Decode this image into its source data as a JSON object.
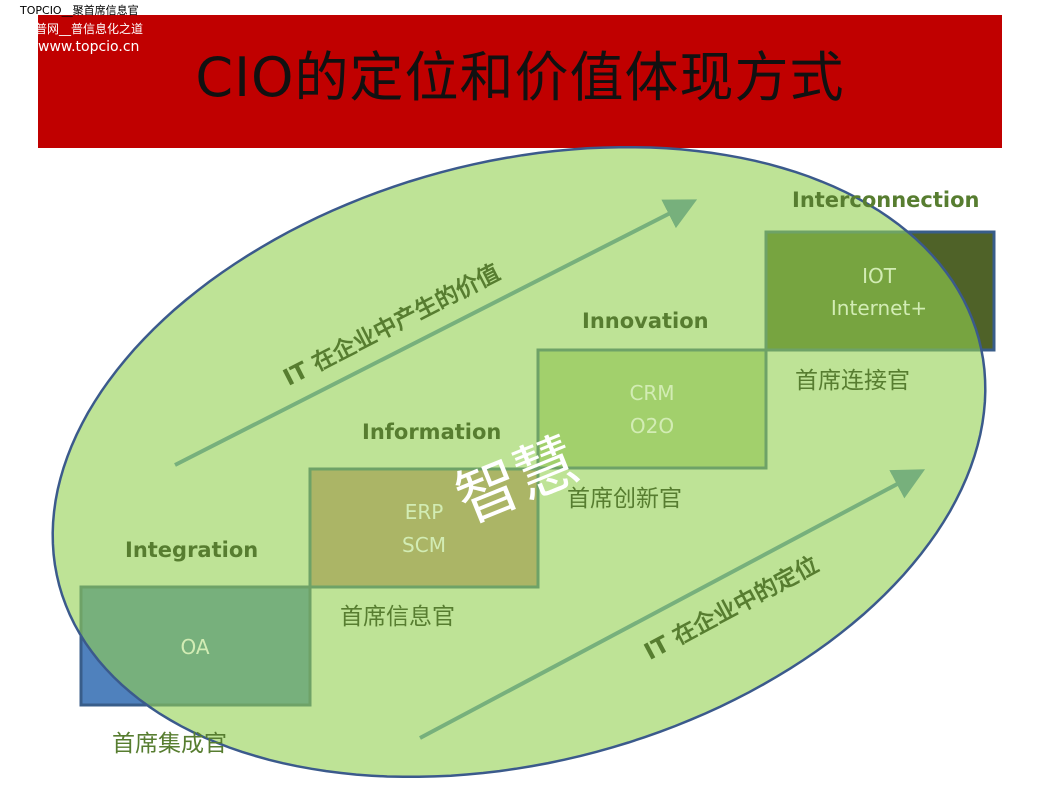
{
  "watermark": {
    "line1": "TOPCIO__聚首席信息官",
    "line2": "普网__普信息化之道",
    "line3": "www.topcio.cn"
  },
  "title": "CIO的定位和价值体现方式",
  "stages": [
    {
      "label": "Integration",
      "box": [
        "OA"
      ],
      "role": "首席集成官"
    },
    {
      "label": "Information",
      "box": [
        "ERP",
        "SCM"
      ],
      "role": "首席信息官"
    },
    {
      "label": "Innovation",
      "box": [
        "CRM",
        "O2O"
      ],
      "role": "首席创新官"
    },
    {
      "label": "Interconnection",
      "box": [
        "IOT",
        "Internet+"
      ],
      "role": "首席连接官"
    }
  ],
  "arrows": {
    "upper": "IT 在企业中产生的价值",
    "lower": "IT 在企业中的定位"
  },
  "center_text": "智慧",
  "colors": {
    "banner": "#c00000",
    "ellipse": "#92d050",
    "box_border": "#385d8a"
  }
}
